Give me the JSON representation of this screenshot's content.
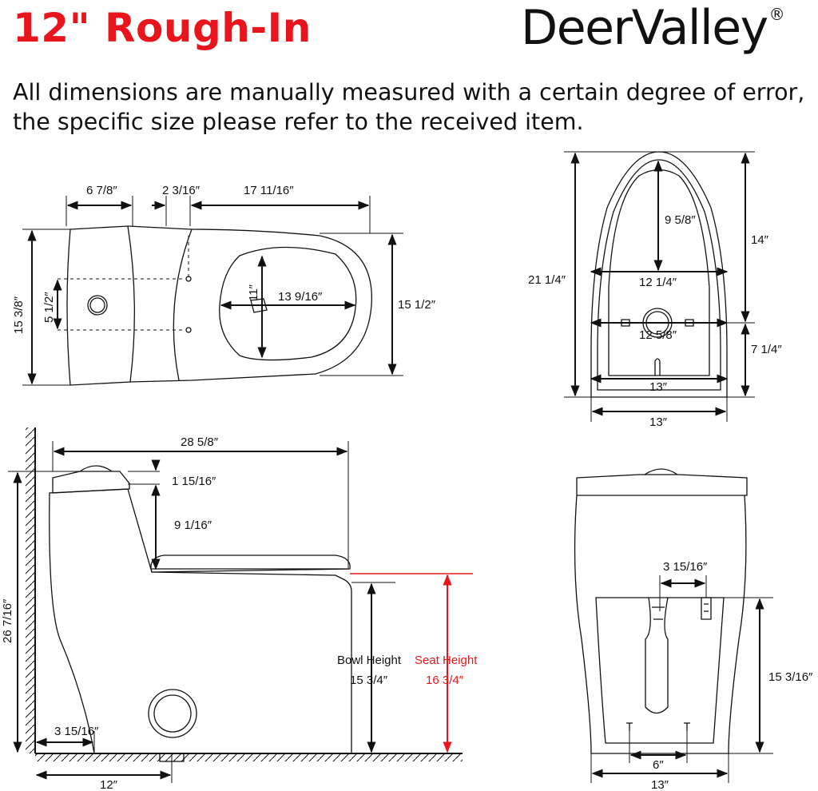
{
  "header": {
    "title": "12\" Rough-In",
    "brand": "DeerValley",
    "brand_mark": "®"
  },
  "note": "All dimensions are manually measured with a certain degree of error, the specific size please refer to the received item.",
  "colors": {
    "title": "#e8161c",
    "seat_height": "#e8161c",
    "lines": "#111111"
  },
  "top_view": {
    "d_tank_depth": "6 7/8″",
    "d_gap": "2 3/16″",
    "d_bowl_length": "17 11/16″",
    "d_overall_width": "15 3/8″",
    "d_bolt_spacing": "5 1/2″",
    "d_opening_length": "13 9/16″",
    "d_opening_width": "11″",
    "d_bowl_width": "15 1/2″"
  },
  "bottom_view": {
    "d_overall_length": "21 1/4″",
    "d_inner_front": "9 5/8″",
    "d_front_section": "14″",
    "d_rear_section": "7 1/4″",
    "d_inner_width": "12 1/4″",
    "d_bolt_width": "12 5/8″",
    "d_base_inner": "13″",
    "d_base_outer": "13″"
  },
  "side_view": {
    "d_overall_length": "28 5/8″",
    "d_lid_thickness": "1 15/16″",
    "d_tank_to_seat": "9 1/16″",
    "d_total_height": "26 7/16″",
    "d_bowl_height_label": "Bowl Height",
    "d_bowl_height": "15 3/4″",
    "d_seat_height_label": "Seat Height",
    "d_seat_height": "16 3/4″",
    "d_inlet_offset": "3 15/16″",
    "d_rough_in": "12″"
  },
  "rear_view": {
    "d_inlet_width": "3 15/16″",
    "d_inlet_height": "15 3/16″",
    "d_bolt_spacing": "6″",
    "d_base_width": "13″"
  }
}
